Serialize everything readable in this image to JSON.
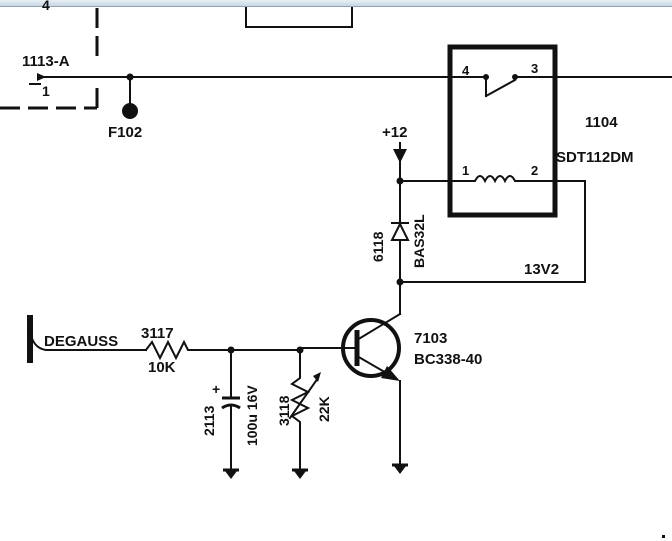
{
  "labels": {
    "top_connector_pin": "4",
    "connector_ref": "1113-A",
    "connector_pin": "1",
    "test_point": "F102",
    "relay_pin4": "4",
    "relay_pin3": "3",
    "relay_pin1": "1",
    "relay_pin2": "2",
    "relay_ref": "1104",
    "relay_type": "SDT112DM",
    "supply": "+12",
    "diode_ref": "6118",
    "diode_type": "BAS32L",
    "net_13v2": "13V2",
    "degauss": "DEGAUSS",
    "r1_ref": "3117",
    "r1_value": "10K",
    "transistor_ref": "7103",
    "transistor_type": "BC338-40",
    "cap_ref": "2113",
    "cap_value": "100u 16V",
    "cap_plus": "+",
    "r2_ref": "3118",
    "r2_value": "22K"
  },
  "colors": {
    "ink": "#111111",
    "paper": "#ffffff",
    "window_bar": "#c9d6e3"
  }
}
